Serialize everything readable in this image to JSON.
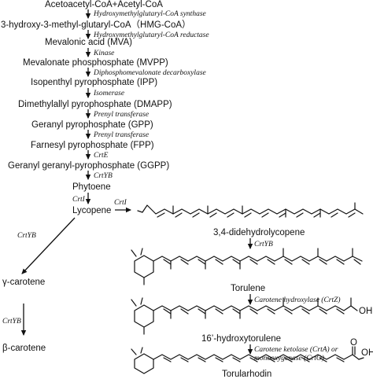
{
  "pathway": {
    "compounds": [
      "Acetoacetyl-CoA+Acetyl-CoA",
      "3-hydroxy-3-methyl-glutaryl-CoA（HMG-CoA）",
      "Mevalonic acid (MVA)",
      "Mevalonate phosphosphate (MVPP)",
      "Isopenthyl pyrophosphate (IPP)",
      "Dimethylallyl pyrophosphate (DMAPP)",
      "Geranyl pyrophosphate (GPP)",
      "Farnesyl pyrophosphate (FPP)",
      "Geranyl geranyl-pyrophosphate (GGPP)",
      "Phytoene",
      "Lycopene"
    ],
    "enzymes": [
      "Hydroxymethylglutaryl-CoA synthase",
      "Hydroxymethylglutaryl-CoA reductase",
      "Kinase",
      "Diphosphomevalonate decarboxylase",
      "Isomerase",
      "Prenyl transferase",
      "Prenyl transferase",
      "CrtE",
      "CrtYB",
      "CrtI"
    ],
    "lycopene_branch_enzyme": "CrtI",
    "left_branch": {
      "enzyme1": "CrtYB",
      "product1": "γ-carotene",
      "enzyme2": "CrtYB",
      "product2": "β-carotene"
    },
    "right_branch": {
      "products": [
        "3,4-didehydrolycopene",
        "Torulene",
        "16’-hydroxytorulene",
        "Torularhodin"
      ],
      "enzymes": [
        "CrtYB",
        "Carotene hydroxylase (CrtZ)",
        "Carotene ketolase (CrtA) or",
        "monooxygenase (CrtO)"
      ],
      "substituents": {
        "hydroxyl": "OH",
        "acid_oxygen": "O",
        "acid_hydroxyl": "OH"
      }
    }
  }
}
